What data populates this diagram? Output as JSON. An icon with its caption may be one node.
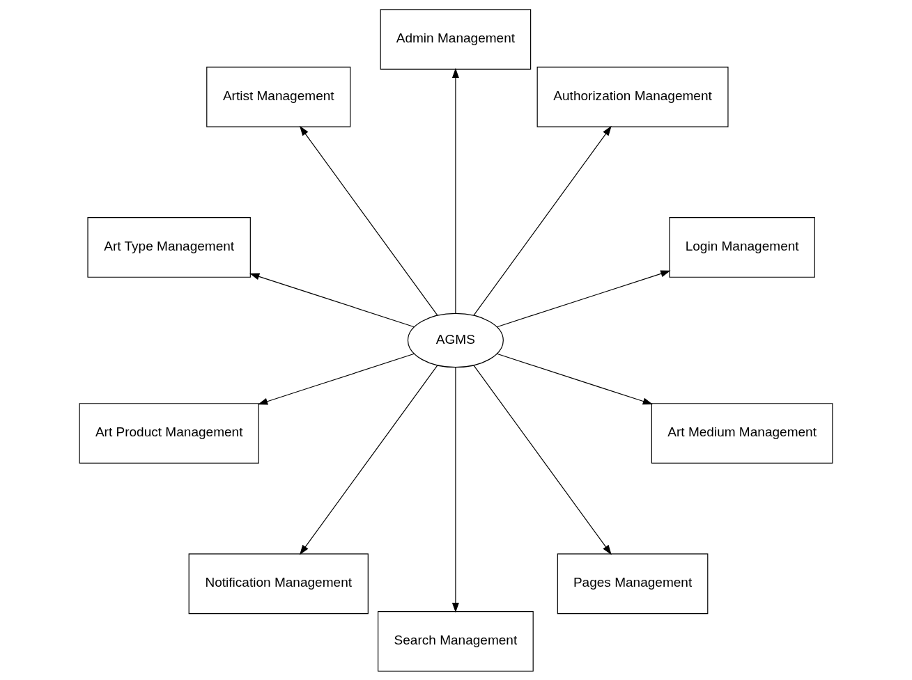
{
  "diagram": {
    "nodes": [
      {
        "text": [
          "AGMS"
        ]
      },
      {
        "text": [
          "Login Management"
        ]
      },
      {
        "text": [
          "Authorization Management"
        ]
      },
      {
        "text": [
          "Admin Management"
        ]
      },
      {
        "text": [
          "Artist Management"
        ]
      },
      {
        "text": [
          "Art Type Management"
        ]
      },
      {
        "text": [
          "Art Product Management"
        ]
      },
      {
        "text": [
          "Notification Management"
        ]
      },
      {
        "text": [
          "Search Management"
        ]
      },
      {
        "text": [
          "Pages Management"
        ]
      },
      {
        "text": [
          "Art Medium Management"
        ]
      }
    ],
    "edges": [
      {
        "from": 0,
        "to": 1,
        "arrow": "to"
      },
      {
        "from": 0,
        "to": 2,
        "arrow": "to"
      },
      {
        "from": 0,
        "to": 3,
        "arrow": "to"
      },
      {
        "from": 0,
        "to": 4,
        "arrow": "to"
      },
      {
        "from": 0,
        "to": 5,
        "arrow": "to"
      },
      {
        "from": 0,
        "to": 10,
        "arrow": "to"
      },
      {
        "from": 0,
        "to": 9,
        "arrow": "to"
      },
      {
        "from": 0,
        "to": 8,
        "arrow": "to"
      },
      {
        "from": 0,
        "to": 7,
        "arrow": "to"
      },
      {
        "from": 0,
        "to": 6,
        "arrow": "to"
      }
    ]
  }
}
